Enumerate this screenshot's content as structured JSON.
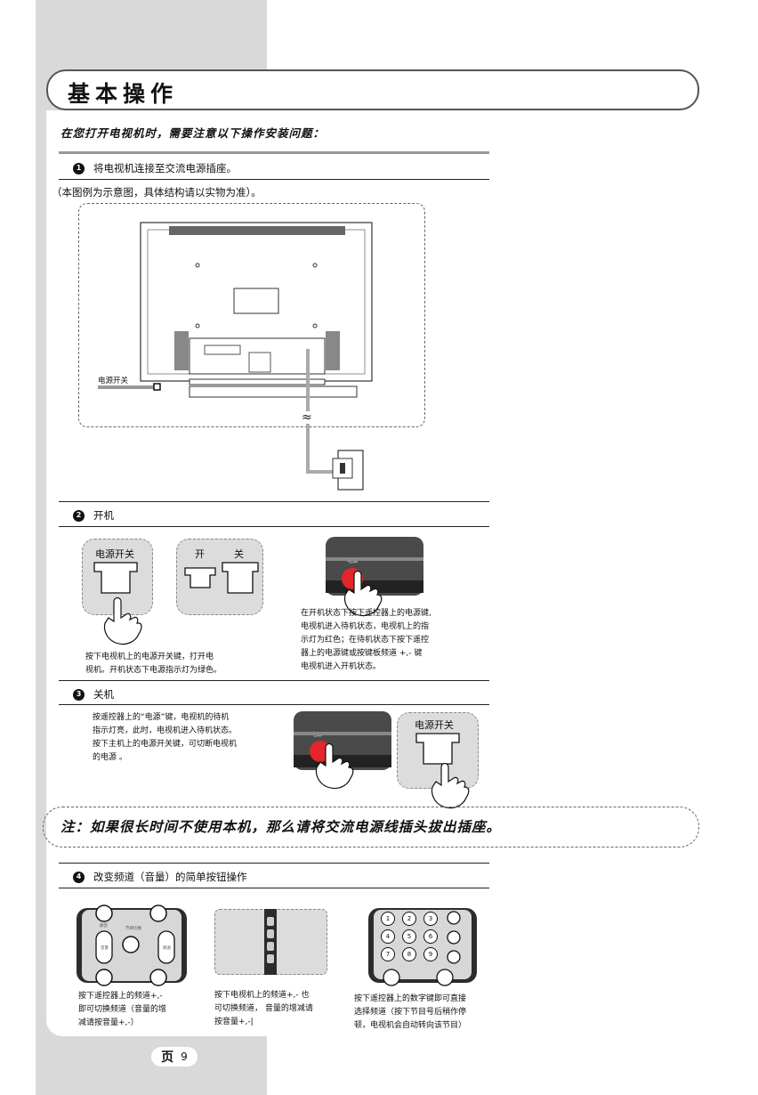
{
  "header": {
    "title": "基本操作"
  },
  "intro": "在您打开电视机时，需要注意以下操作安装问题：",
  "step1": {
    "num": "1",
    "title": "将电视机连接至交流电源插座。",
    "subnote": "（本图例为示意图，具体结构请以实物为准）。",
    "power_switch_label": "电源开关",
    "wave_symbol": "≈"
  },
  "step2": {
    "num": "2",
    "title": "开机",
    "panel1_label": "电源开关",
    "panel2_on": "开",
    "panel2_off": "关",
    "tv_button_label": "电源",
    "left_desc": [
      "按下电视机上的电源开关键，打开电",
      "视机。开机状态下电源指示灯为绿色。"
    ],
    "right_desc": [
      "在开机状态下按下遥控器上的电源键,",
      "电视机进入待机状态，电视机上的指",
      "示灯为红色；在待机状态下按下遥控",
      "器上的电源键或按键板频道 +,- 键",
      "电视机进入开机状态。"
    ]
  },
  "step3": {
    "num": "3",
    "title": "关机",
    "desc": [
      "按遥控器上的“电源”键，电视机的待机",
      "指示灯亮，此时，电视机进入待机状态。",
      "按下主机上的电源开关键，可切断电视机",
      "的电源 。"
    ],
    "tv_button_label": "电源",
    "panel_label": "电源开关"
  },
  "notice": "注：如果很长时间不使用本机，那么请将交流电源线插头拔出插座。",
  "step4": {
    "num": "4",
    "title": "改变频道（音量）的简单按钮操作",
    "remote1_labels": {
      "mute": "静音",
      "ch": "频道",
      "vol": "音量",
      "swap": "节目切换"
    },
    "desc1": [
      "按下遥控器上的频道+,-",
      "即可切换频道（音量的增",
      "减请按音量+,-）"
    ],
    "desc2": [
      "按下电视机上的频道+,- 也",
      "可切换频道， 音量的增减请",
      "按音量+,-|"
    ],
    "keypad": [
      "1",
      "2",
      "3",
      "4",
      "5",
      "6",
      "7",
      "8",
      "9"
    ],
    "desc3": [
      "按下遥控器上的数字键即可直接",
      "选择频道（按下节目号后稍作停",
      "顿，电视机会自动转向该节目）"
    ]
  },
  "footer": {
    "page_word": "页",
    "page_number": "9"
  }
}
